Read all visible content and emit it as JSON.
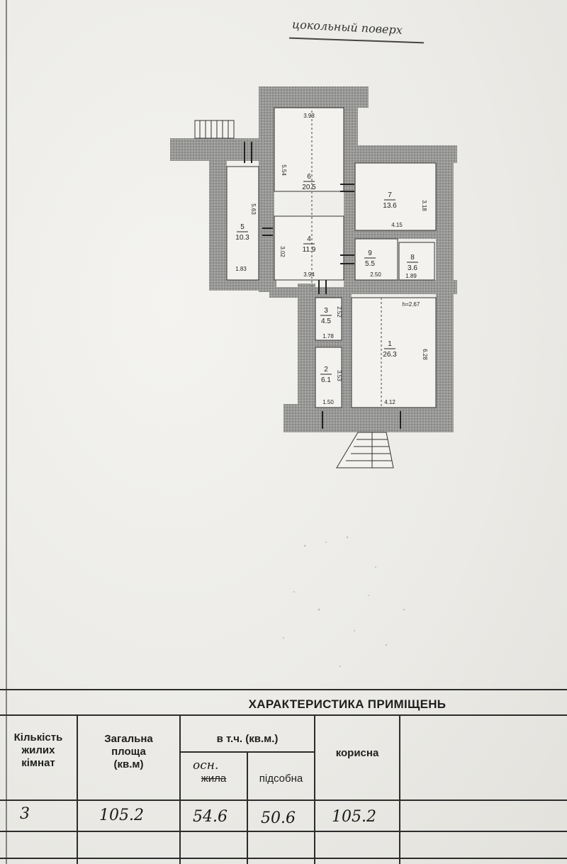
{
  "page": {
    "handwritten_title": "цокольный поверх"
  },
  "plan": {
    "rooms": [
      {
        "number": "1",
        "area": "26.3"
      },
      {
        "number": "2",
        "area": "6.1"
      },
      {
        "number": "3",
        "area": "4.5"
      },
      {
        "number": "4",
        "area": "11.9"
      },
      {
        "number": "5",
        "area": "10.3"
      },
      {
        "number": "6",
        "area": "20.5"
      },
      {
        "number": "7",
        "area": "13.6"
      },
      {
        "number": "8",
        "area": "3.6"
      },
      {
        "number": "9",
        "area": "5.5"
      }
    ],
    "dimensions": {
      "d393": "3.93",
      "d554": "5.54",
      "d563": "5.63",
      "d183": "1.83",
      "d302": "3.02",
      "d394": "3.94",
      "d318": "3.18",
      "d415": "4.15",
      "d250": "2.50",
      "d189": "1.89",
      "h": "h=2.67",
      "d628": "6.28",
      "d178": "1.78",
      "d150": "1.50",
      "d412": "4.12",
      "d353": "3.53",
      "d252": "2.52"
    }
  },
  "table": {
    "title": "ХАРАКТЕРИСТИКА ПРИМІЩЕНЬ",
    "headers": {
      "rooms_count_l1": "Кількість",
      "rooms_count_l2": "жилих",
      "rooms_count_l3": "кімнат",
      "total_l1": "Загальна",
      "total_l2": "площа",
      "total_l3": "(кв.м)",
      "incl": "в т.ч.  (кв.м.)",
      "main_handwritten": "осн.",
      "main_struck": "жила",
      "aux": "підсобна",
      "useful": "корисна"
    },
    "values": {
      "rooms_count": "3",
      "total": "105.2",
      "main": "54.6",
      "aux": "50.6",
      "useful": "105.2"
    }
  }
}
